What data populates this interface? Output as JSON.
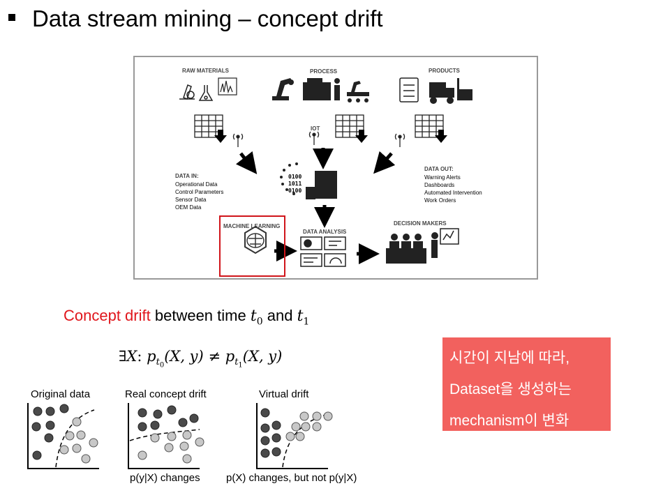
{
  "slide": {
    "title": "Data stream mining – concept drift"
  },
  "diagram": {
    "raw_materials": "RAW MATERIALS",
    "process": "PROCESS",
    "products": "PRODUCTS",
    "iot": "IOT",
    "data_in_title": "DATA IN:",
    "data_in_items": [
      "Operational Data",
      "Control Parameters",
      "Sensor Data",
      "OEM Data"
    ],
    "data_out_title": "DATA OUT:",
    "data_out_items": [
      "Warning Alerts",
      "Dashboards",
      "Automated Intervention",
      "Work Orders"
    ],
    "binary": [
      "0100",
      "1011",
      "0100"
    ],
    "machine_learning": "MACHINE LEARNING",
    "data_analysis": "DATA ANALYSIS",
    "decision_makers": "DECISION MAKERS",
    "highlight_color": "#d0141a"
  },
  "concept": {
    "red_text": "Concept drift",
    "mid_text": "between time",
    "t0": "t",
    "t0_sub": "0",
    "and": "and",
    "t1": "t",
    "t1_sub": "1",
    "accent_color": "#e0161c"
  },
  "formula": {
    "exists": "∃",
    "var": "X",
    "colon": ":",
    "p": "p",
    "args": "(X, y)",
    "neq": "≠"
  },
  "korean_box": {
    "lines": [
      "시간이 지남에 따라,",
      "Dataset을 생성하는",
      "mechanism이 변화"
    ],
    "bg_color": "#f2615e"
  },
  "plots": {
    "original": {
      "title": "Original data",
      "caption": ""
    },
    "real": {
      "title": "Real concept drift",
      "caption": "p(y|X) changes"
    },
    "virtual": {
      "title": "Virtual drift",
      "caption": "p(X) changes, but not p(y|X)"
    },
    "dark_color": "#4a4a4a",
    "light_color": "#c8c8c8"
  }
}
